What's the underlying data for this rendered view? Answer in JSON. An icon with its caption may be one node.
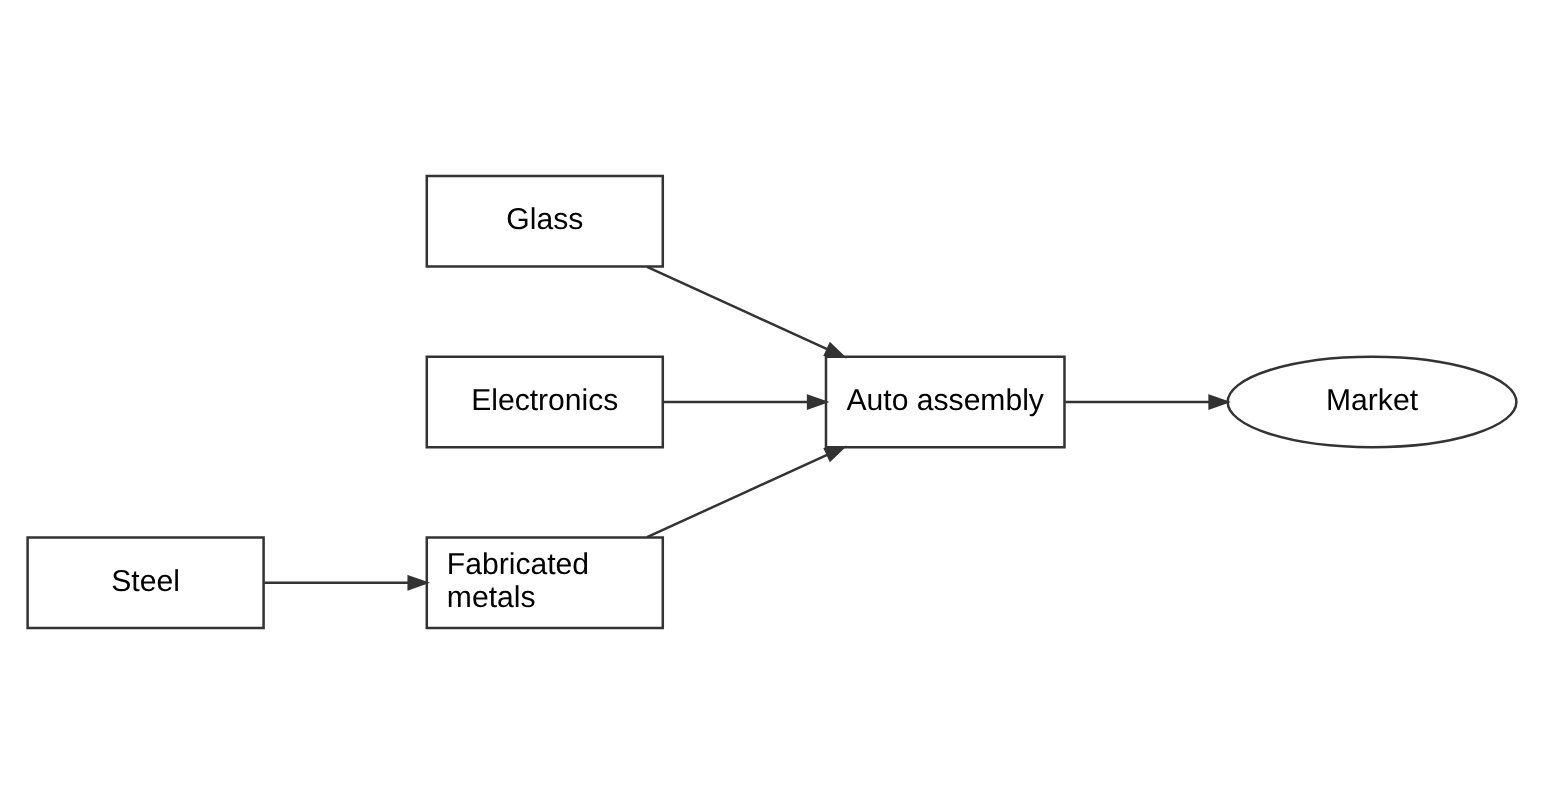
{
  "diagram": {
    "nodes": [
      {
        "text": [
          "Glass"
        ]
      },
      {
        "text": [
          "Auto assembly"
        ]
      },
      {
        "text": [
          "Market"
        ]
      },
      {
        "text": [
          "Electronics"
        ]
      },
      {
        "text": [
          "Fabricated metals"
        ]
      },
      {
        "text": [
          "Steel"
        ]
      }
    ],
    "edges": [
      {
        "from": 0,
        "to": 1,
        "arrow": "to"
      },
      {
        "from": 3,
        "to": 1,
        "arrow": "to"
      },
      {
        "from": 4,
        "to": 1,
        "arrow": "to"
      },
      {
        "from": 1,
        "to": 2,
        "arrow": "to"
      },
      {
        "from": 5,
        "to": 4,
        "arrow": "to"
      }
    ]
  }
}
